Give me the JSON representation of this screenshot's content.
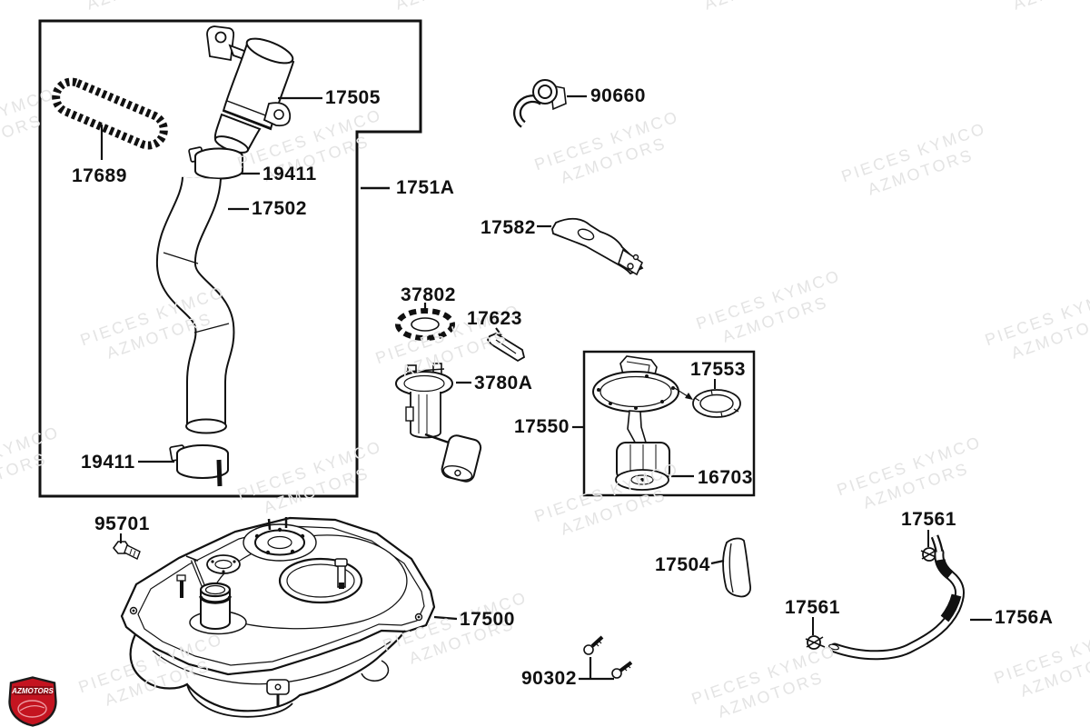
{
  "watermark": {
    "line1": "PIECES KYMCO",
    "line2": "AZMOTORS"
  },
  "logo": {
    "text": "AZMOTORS"
  },
  "labels": {
    "17505": "17505",
    "19411": "19411",
    "17502": "17502",
    "17689": "17689",
    "1751A": "1751A",
    "90660": "90660",
    "17582": "17582",
    "37802": "37802",
    "17623": "17623",
    "3780A": "3780A",
    "17550": "17550",
    "17553": "17553",
    "16703": "16703",
    "95701": "95701",
    "17500": "17500",
    "17504": "17504",
    "17561": "17561",
    "1756A": "1756A",
    "90302": "90302"
  }
}
